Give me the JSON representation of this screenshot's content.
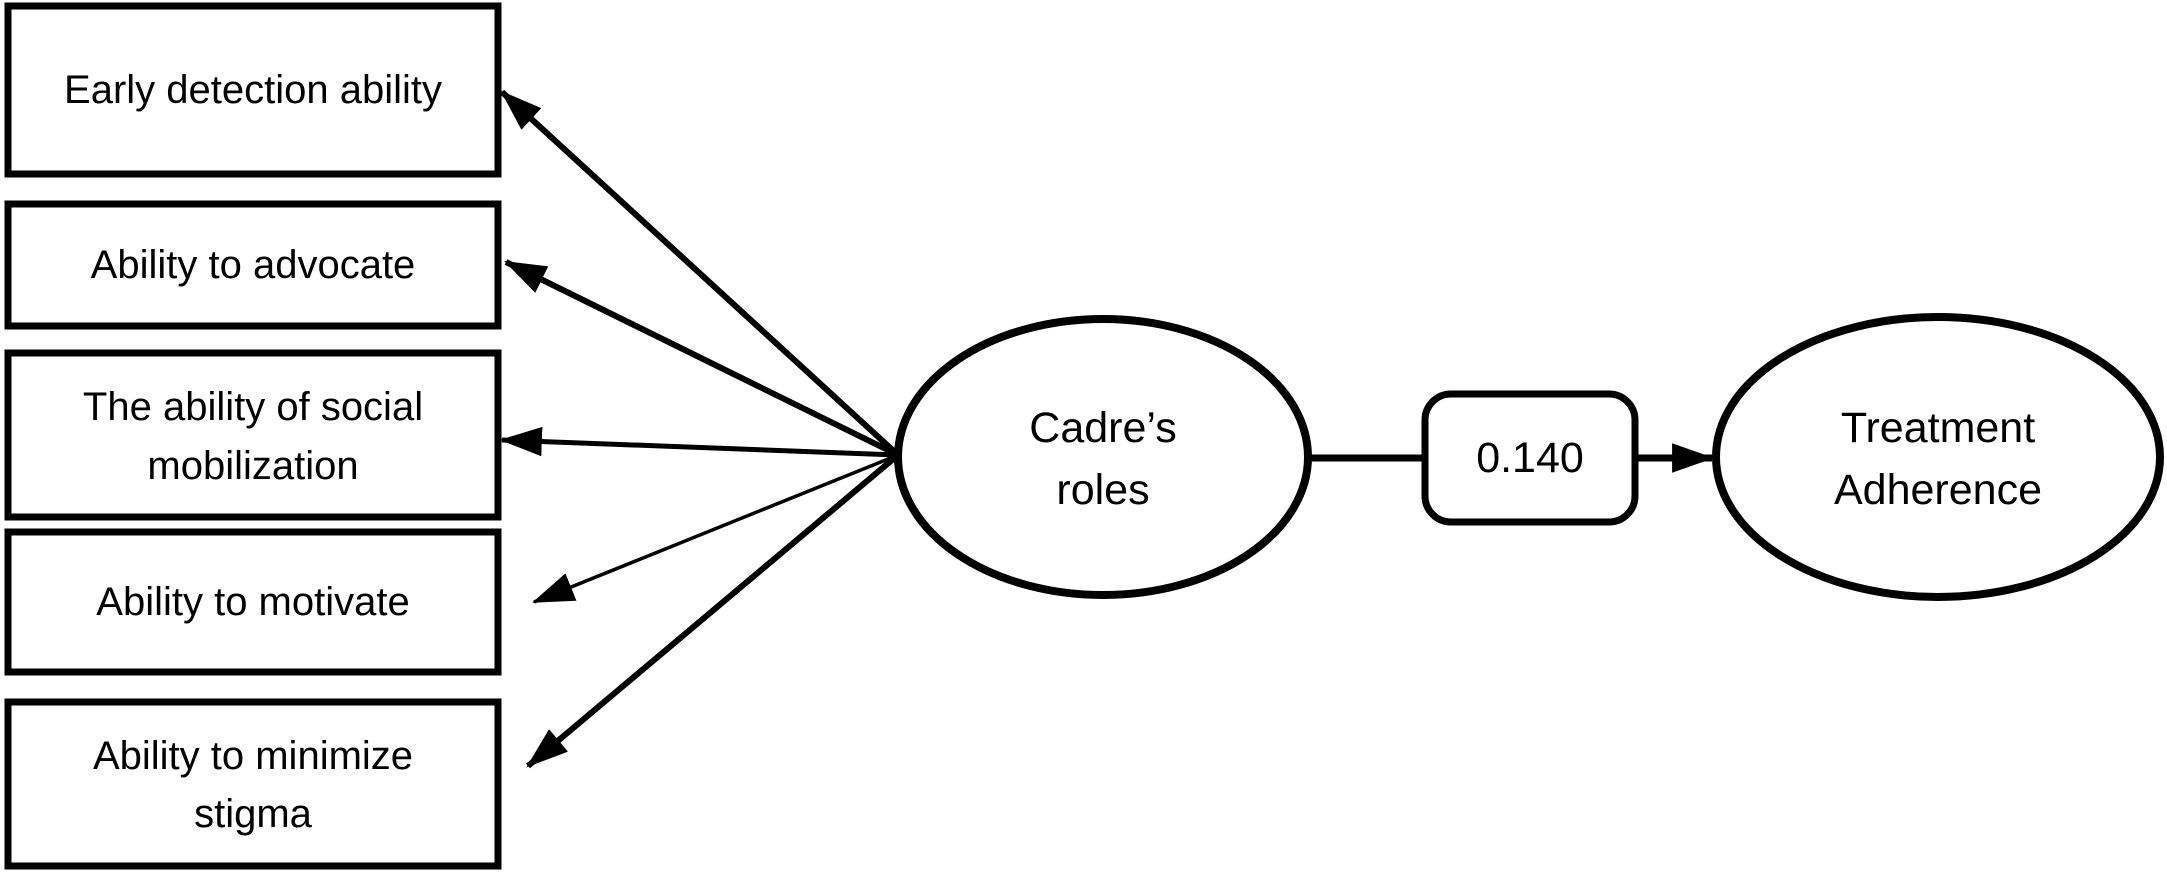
{
  "diagram": {
    "kind": "path-diagram",
    "colors": {
      "background": "#ffffff",
      "stroke": "#000000",
      "text": "#000000"
    },
    "indicators": [
      {
        "label": "Early detection ability",
        "lines": [
          "Early detection ability"
        ]
      },
      {
        "label": "Ability to advocate",
        "lines": [
          "Ability to advocate"
        ]
      },
      {
        "label": "The ability of social mobilization",
        "lines": [
          "The ability of social",
          "mobilization"
        ]
      },
      {
        "label": "Ability to motivate",
        "lines": [
          "Ability to motivate"
        ]
      },
      {
        "label": "Ability to minimize stigma",
        "lines": [
          "Ability to minimize",
          "stigma"
        ]
      }
    ],
    "latent_left": {
      "label": "Cadre’s roles",
      "lines": [
        "Cadre’s",
        "roles"
      ]
    },
    "path_coefficient": {
      "value": "0.140"
    },
    "latent_right": {
      "label": "Treatment Adherence",
      "lines": [
        "Treatment",
        "Adherence"
      ]
    }
  }
}
